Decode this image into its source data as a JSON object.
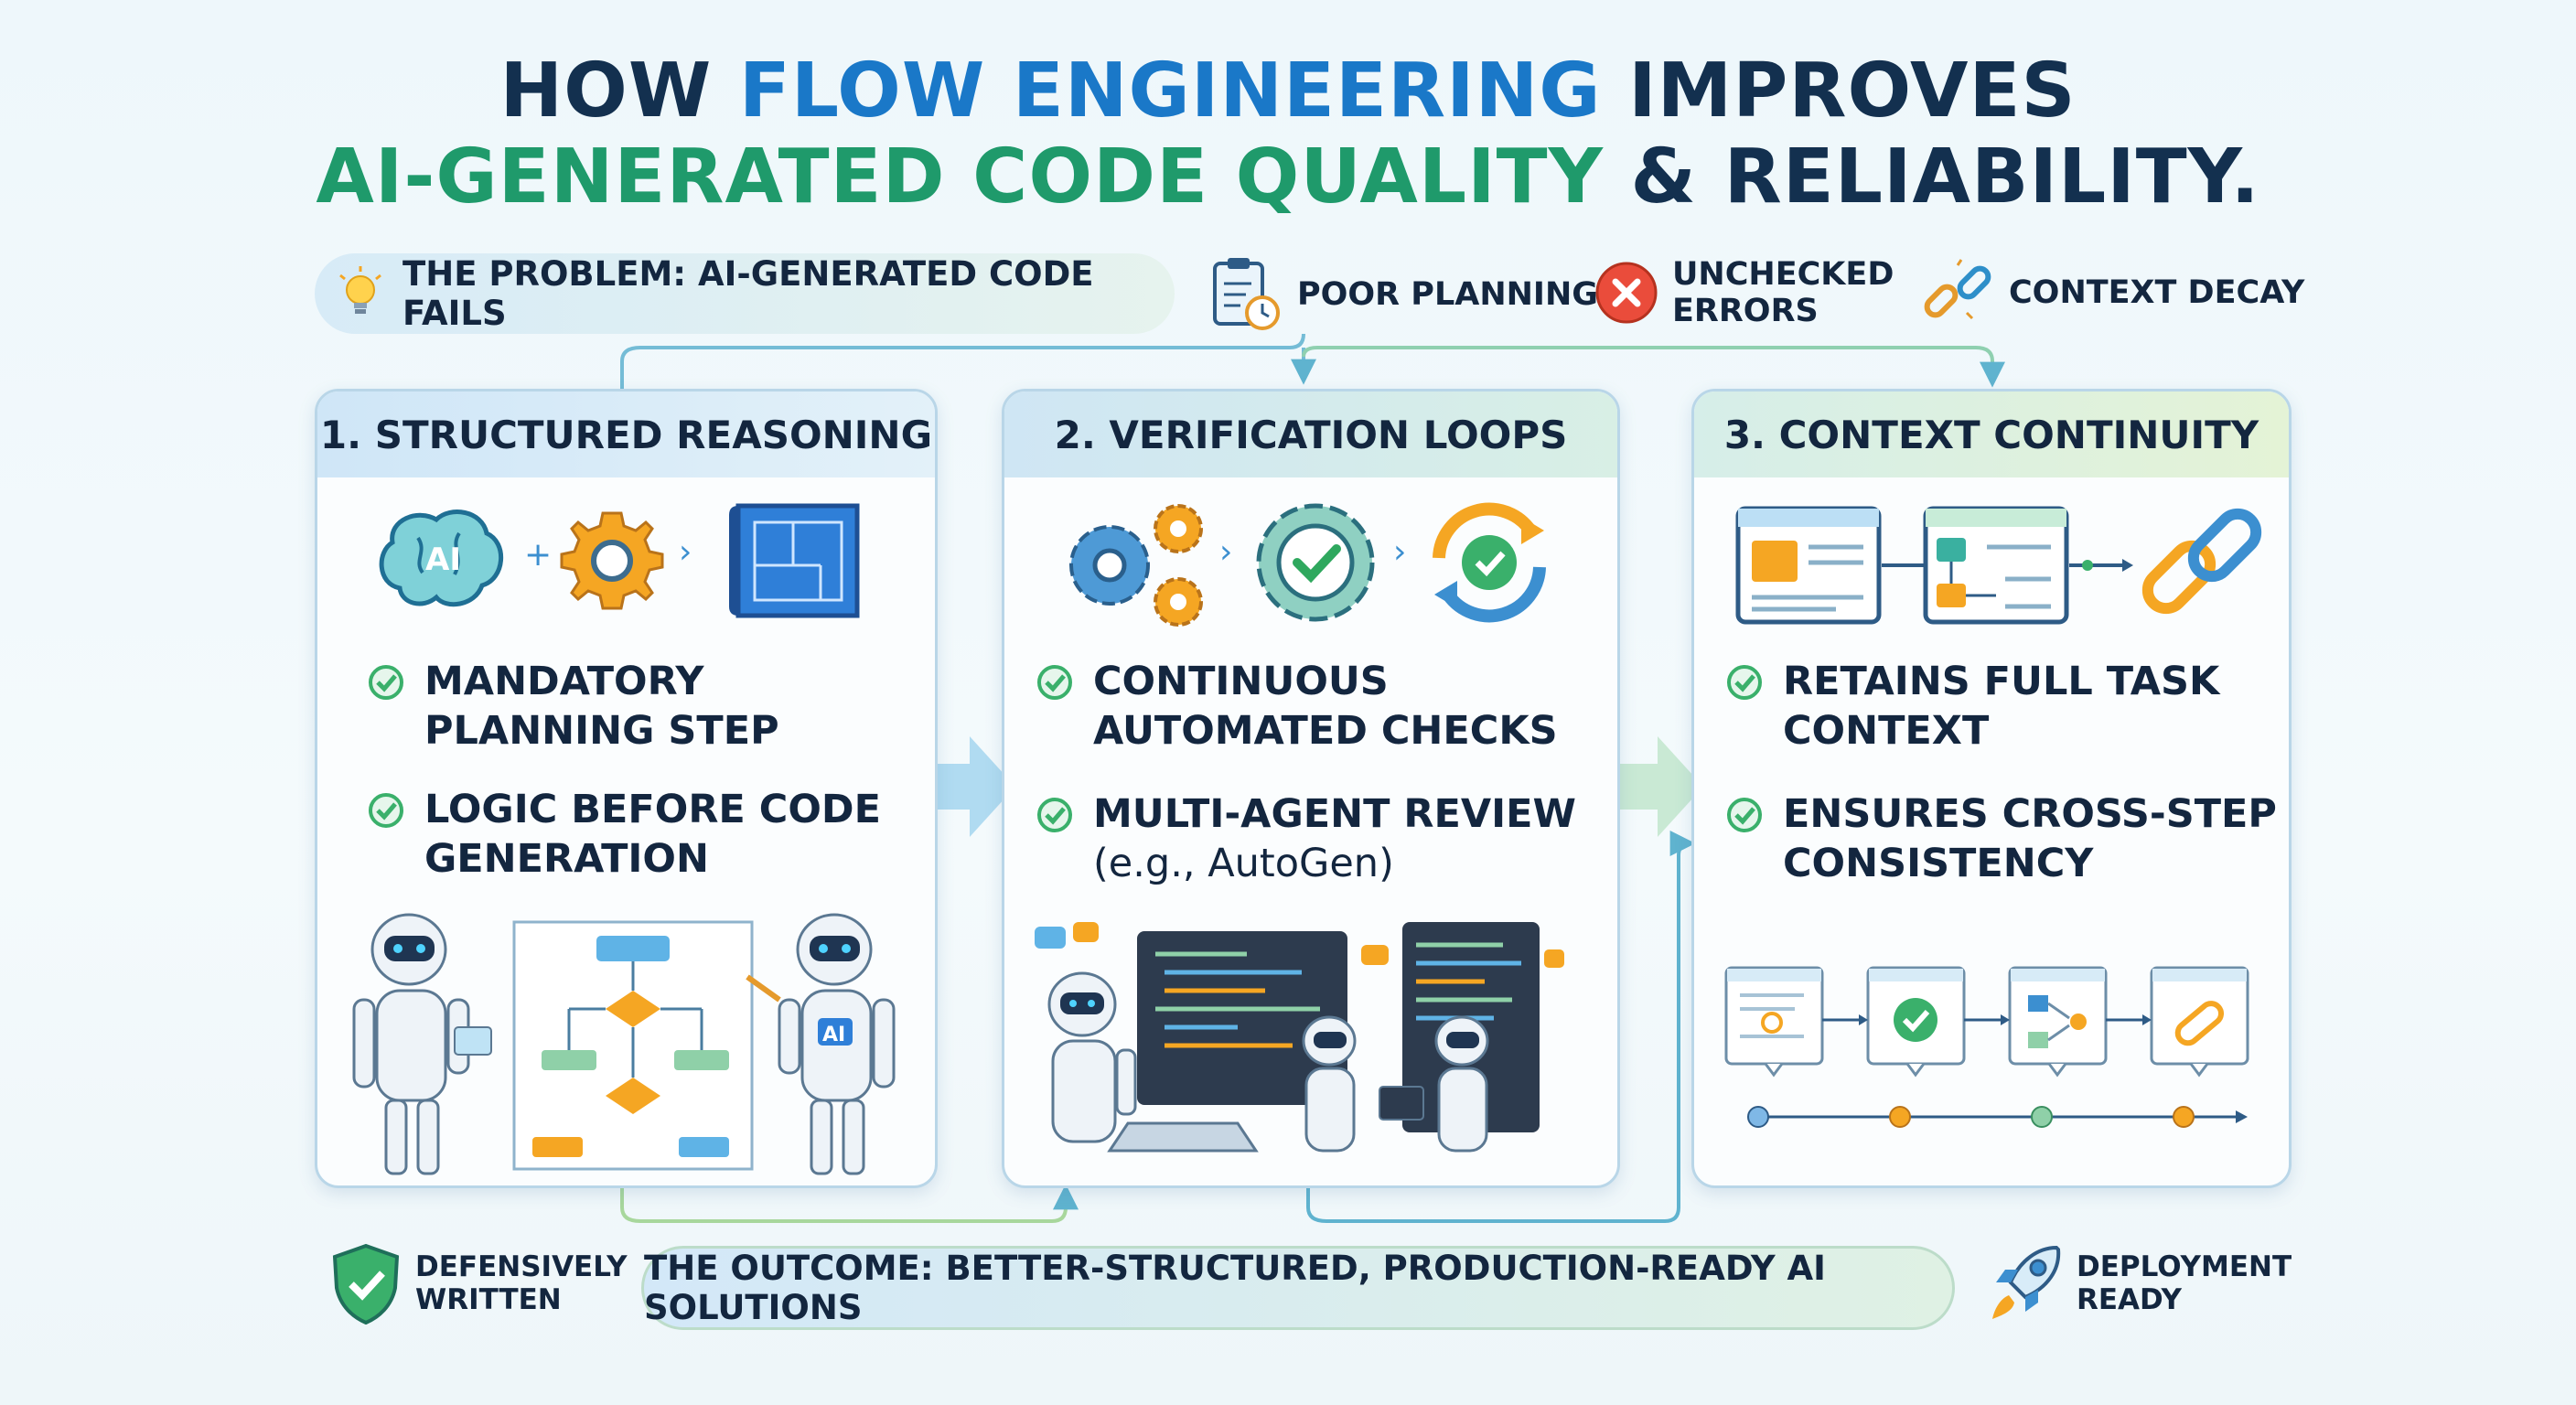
{
  "title": {
    "line1_part1": "HOW ",
    "line1_part2": "FLOW ENGINEERING",
    "line1_part3": " IMPROVES",
    "line2_part1": "AI-GENERATED CODE QUALITY",
    "line2_part2": " & RELIABILITY."
  },
  "problem": {
    "label": "THE PROBLEM: AI-GENERATED CODE FAILS",
    "issues": [
      {
        "icon": "clipboard-clock-icon",
        "line1": "POOR PLANNING",
        "line2": ""
      },
      {
        "icon": "error-x-icon",
        "line1": "UNCHECKED",
        "line2": "ERRORS"
      },
      {
        "icon": "broken-chain-icon",
        "line1": "CONTEXT DECAY",
        "line2": ""
      }
    ]
  },
  "cards": [
    {
      "heading": "1. STRUCTURED REASONING",
      "icons": [
        "ai-brain-icon",
        "gear-icon",
        "blueprint-icon"
      ],
      "bullets": [
        {
          "line1": "MANDATORY",
          "line2": "PLANNING STEP"
        },
        {
          "line1": "LOGIC BEFORE CODE",
          "line2": "GENERATION"
        }
      ],
      "robot_badge": "AI"
    },
    {
      "heading": "2. VERIFICATION LOOPS",
      "icons": [
        "gears-icon",
        "gear-check-icon",
        "refresh-check-icon"
      ],
      "bullets": [
        {
          "line1": "CONTINUOUS",
          "line2": "AUTOMATED CHECKS"
        },
        {
          "line1": "MULTI-AGENT REVIEW",
          "line2": "(e.g., AutoGen)"
        }
      ]
    },
    {
      "heading": "3. CONTEXT CONTINUITY",
      "icons": [
        "window-icon",
        "window-flow-icon",
        "chain-link-icon"
      ],
      "bullets": [
        {
          "line1": "RETAINS FULL TASK",
          "line2": "CONTEXT"
        },
        {
          "line1": "ENSURES CROSS-STEP",
          "line2": "CONSISTENCY"
        }
      ]
    }
  ],
  "outcome": {
    "label": "THE OUTCOME: BETTER-STRUCTURED, PRODUCTION-READY AI SOLUTIONS",
    "left_badge": {
      "icon": "shield-check-icon",
      "line1": "DEFENSIVELY",
      "line2": "WRITTEN"
    },
    "right_badge": {
      "icon": "rocket-icon",
      "line1": "DEPLOYMENT",
      "line2": "READY"
    }
  },
  "colors": {
    "navy": "#13304f",
    "blue": "#1a78c8",
    "green": "#1f9a6b",
    "orange": "#f5a623"
  }
}
